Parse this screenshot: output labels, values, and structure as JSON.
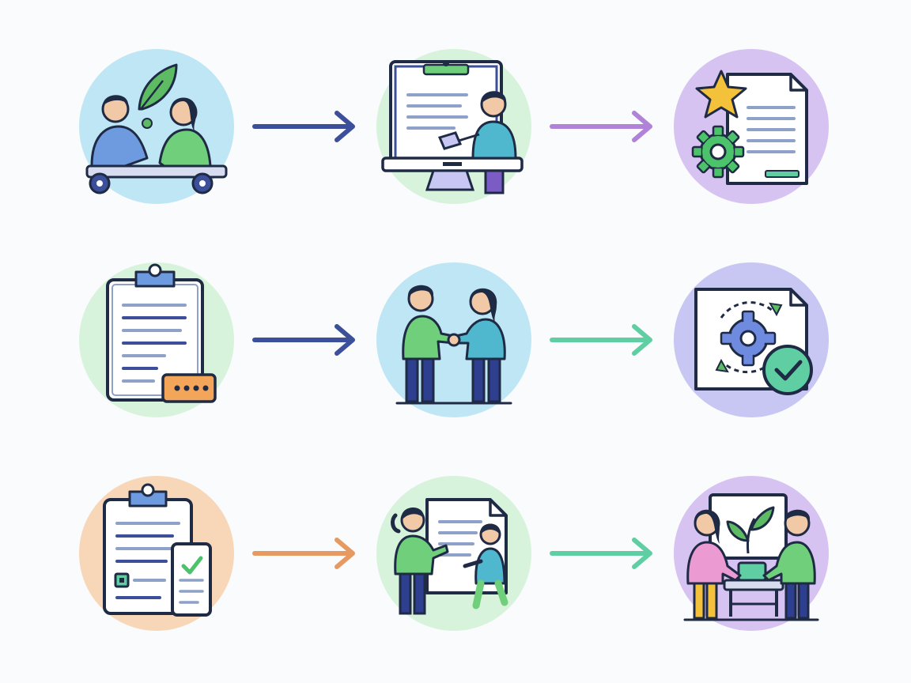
{
  "palette": {
    "ink": "#1f2a44",
    "navy": "#3c4f9a",
    "purple": "#b083d8",
    "teal": "#5fcfa3",
    "orange": "#e69a62",
    "circle_blue": "#bfe6f4",
    "circle_green": "#d8f3dc",
    "circle_purple": "#d7c3f2",
    "circle_peach": "#f8d7b8",
    "circle_periwinkle": "#c8c6f3",
    "doc_line": "#8ea1c8",
    "person_blue": "#6e9be0",
    "person_green": "#6fcf7a",
    "person_teal": "#4fb8cf",
    "person_pink": "#ec9bd2",
    "pants": "#2e3f8f",
    "leaf": "#5dbb63",
    "star": "#f3c13a",
    "gear_green": "#4cc26a",
    "gear_blue": "#6e8be0",
    "note_orange": "#f3a55a"
  },
  "rows": [
    {
      "row": 1,
      "nodes": [
        "collaboration-icon",
        "presentation-icon",
        "document-star-icon"
      ],
      "arrows": [
        "navy",
        "purple"
      ]
    },
    {
      "row": 2,
      "nodes": [
        "clipboard-comment-icon",
        "handshake-icon",
        "process-approved-icon"
      ],
      "arrows": [
        "navy",
        "teal"
      ]
    },
    {
      "row": 3,
      "nodes": [
        "clipboard-checklist-icon",
        "teaching-icon",
        "growth-meeting-icon"
      ],
      "arrows": [
        "orange",
        "teal"
      ]
    }
  ]
}
